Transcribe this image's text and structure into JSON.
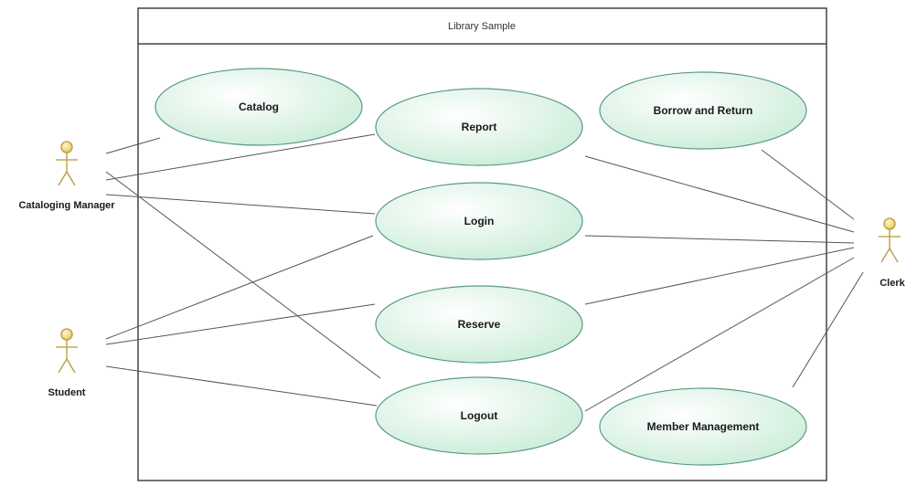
{
  "system": {
    "title": "Library Sample"
  },
  "use_cases": {
    "catalog": "Catalog",
    "report": "Report",
    "borrow_return": "Borrow and Return",
    "login": "Login",
    "reserve": "Reserve",
    "logout": "Logout",
    "member_management": "Member Management"
  },
  "actors": {
    "cataloging_manager": "Cataloging Manager",
    "student": "Student",
    "clerk": "Clerk"
  },
  "colors": {
    "use_case_fill": "#dff5e8",
    "use_case_stroke": "#5a9a88",
    "actor_head_fill": "#f2dd8a",
    "actor_stroke": "#b39a3a",
    "line": "#555555",
    "frame": "#444444"
  }
}
